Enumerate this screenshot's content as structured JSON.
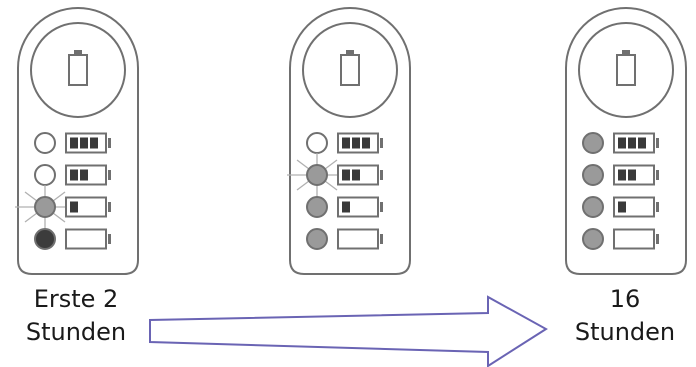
{
  "colors": {
    "outline": "#707070",
    "led_off": "#ffffff",
    "led_grey": "#9a9a9a",
    "led_dark": "#3c3c3c",
    "arrow": "#6a64b4"
  },
  "stages": [
    {
      "caption_line1": "Erste  2",
      "caption_line2": "Stunden",
      "leds": [
        "off",
        "off",
        "flash",
        "dark"
      ]
    },
    {
      "caption_line1": "",
      "caption_line2": "",
      "leds": [
        "off",
        "flash",
        "grey",
        "grey"
      ]
    },
    {
      "caption_line1": "16",
      "caption_line2": "Stunden",
      "leds": [
        "grey",
        "grey",
        "grey",
        "grey"
      ]
    }
  ],
  "battery_levels": [
    3,
    2,
    1,
    0
  ],
  "icons": {
    "top": "battery-icon",
    "arrow": "right-arrow-icon"
  }
}
